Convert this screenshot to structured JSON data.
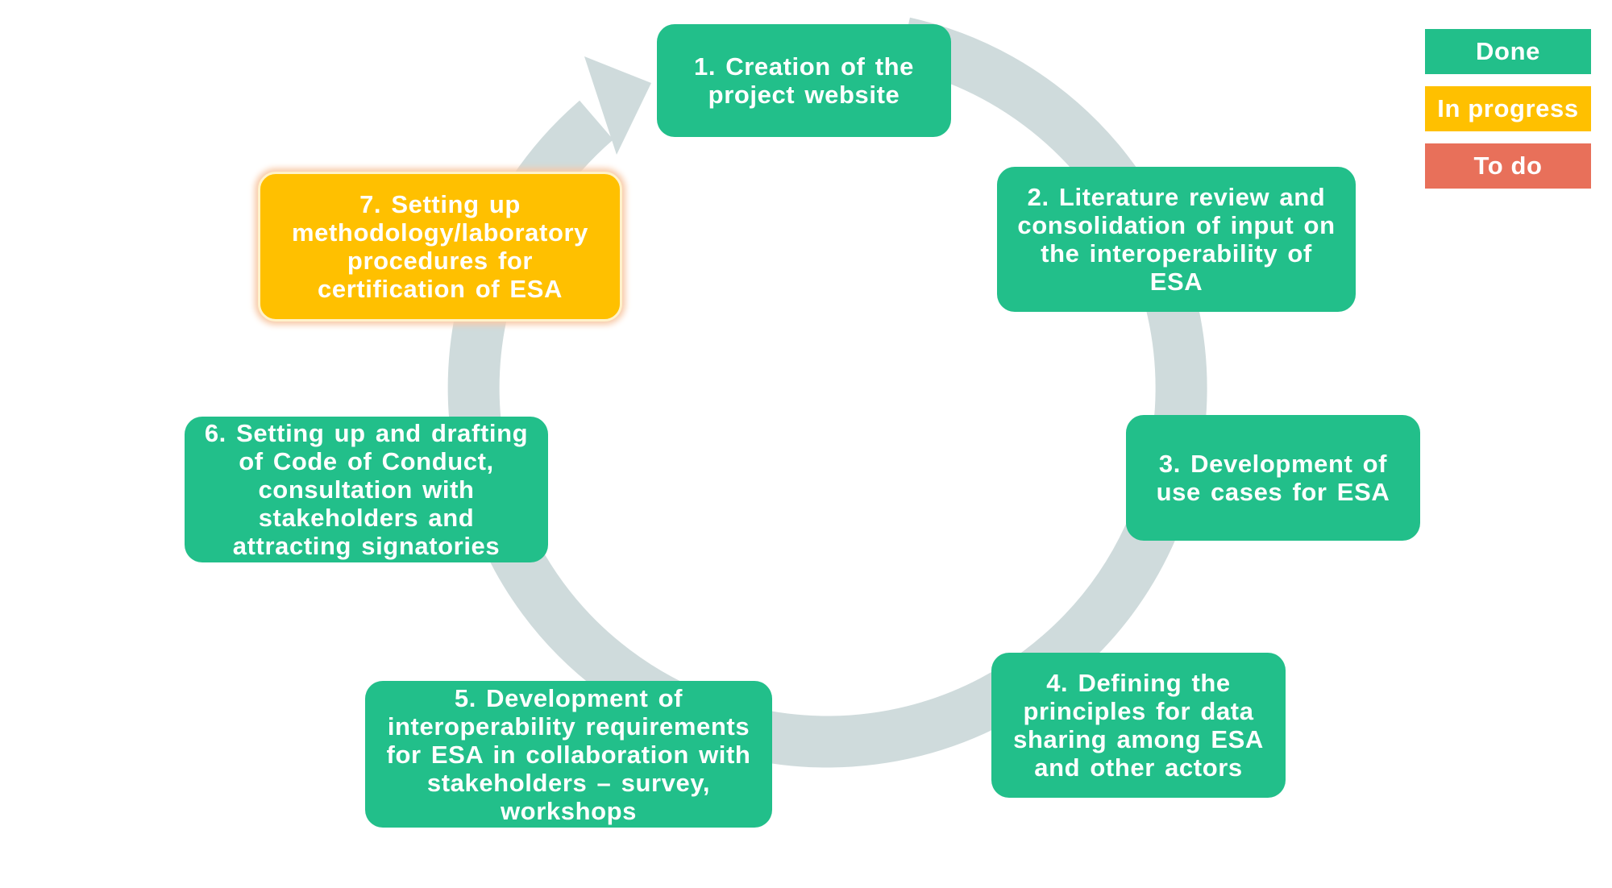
{
  "colors": {
    "done": "#22bf8a",
    "in_progress": "#ffc000",
    "to_do": "#e8705a",
    "cycle_arrow": "#cfdbdc"
  },
  "legend": {
    "done": "Done",
    "in_progress": "In progress",
    "to_do": "To do"
  },
  "steps": [
    {
      "text": "1. Creation of the project website",
      "status": "done"
    },
    {
      "text": "2. Literature review and consolidation of input on the interoperability of ESA",
      "status": "done"
    },
    {
      "text": "3. Development of use cases for ESA",
      "status": "done"
    },
    {
      "text": "4. Defining the principles for data sharing among ESA and other actors",
      "status": "done"
    },
    {
      "text": "5. Development of interoperability requirements for ESA in collaboration with stakeholders – survey, workshops",
      "status": "done"
    },
    {
      "text": "6. Setting up and drafting of Code of Conduct, consultation with stakeholders and attracting signatories",
      "status": "done"
    },
    {
      "text": "7. Setting up methodology/laboratory procedures for certification of ESA",
      "status": "in_progress"
    }
  ]
}
